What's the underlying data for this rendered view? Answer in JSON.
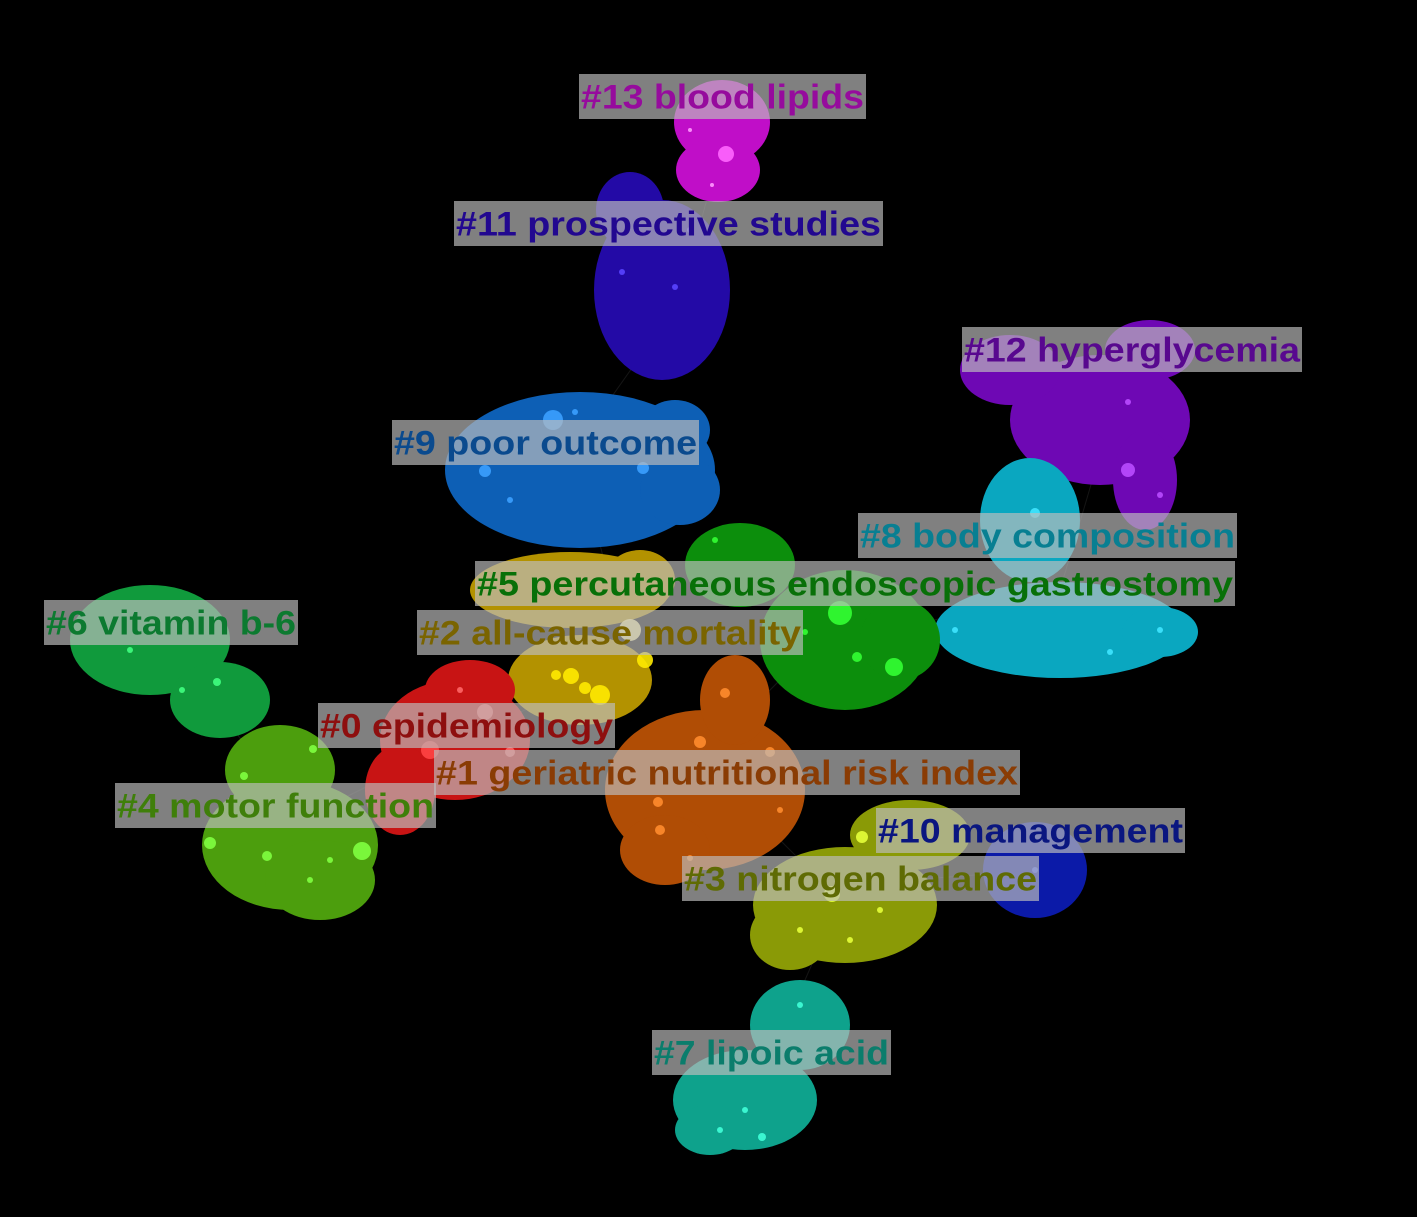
{
  "clusters": [
    {
      "id": "0",
      "label": "#0 epidemiology",
      "color": "#c81414",
      "text_color": "#8e0f0f"
    },
    {
      "id": "1",
      "label": "#1 geriatric nutritional risk index",
      "color": "#b04d05",
      "text_color": "#8a3c04"
    },
    {
      "id": "2",
      "label": "#2 all-cause mortality",
      "color": "#b39200",
      "text_color": "#7a6400"
    },
    {
      "id": "3",
      "label": "#3 nitrogen balance",
      "color": "#8a9a06",
      "text_color": "#5f6b04"
    },
    {
      "id": "4",
      "label": "#4 motor function",
      "color": "#4c9e0d",
      "text_color": "#3f7f0a"
    },
    {
      "id": "5",
      "label": "#5 percutaneous endoscopic gastrostomy",
      "color": "#0c8e0c",
      "text_color": "#087008"
    },
    {
      "id": "6",
      "label": "#6 vitamin b-6",
      "color": "#109a3c",
      "text_color": "#0c7a30"
    },
    {
      "id": "7",
      "label": "#7 lipoic acid",
      "color": "#0ea28c",
      "text_color": "#0b7d6c"
    },
    {
      "id": "8",
      "label": "#8 body composition",
      "color": "#0aa7c0",
      "text_color": "#087f92"
    },
    {
      "id": "9",
      "label": "#9 poor outcome",
      "color": "#0d5fb5",
      "text_color": "#0a4a8e"
    },
    {
      "id": "10",
      "label": "#10 management",
      "color": "#0b1aa8",
      "text_color": "#0a1680"
    },
    {
      "id": "11",
      "label": "#11 prospective studies",
      "color": "#230aa6",
      "text_color": "#220890"
    },
    {
      "id": "12",
      "label": "#12 hyperglycemia",
      "color": "#6e08b4",
      "text_color": "#58088f"
    },
    {
      "id": "13",
      "label": "#13 blood lipids",
      "color": "#c00ec8",
      "text_color": "#960b9d"
    }
  ]
}
